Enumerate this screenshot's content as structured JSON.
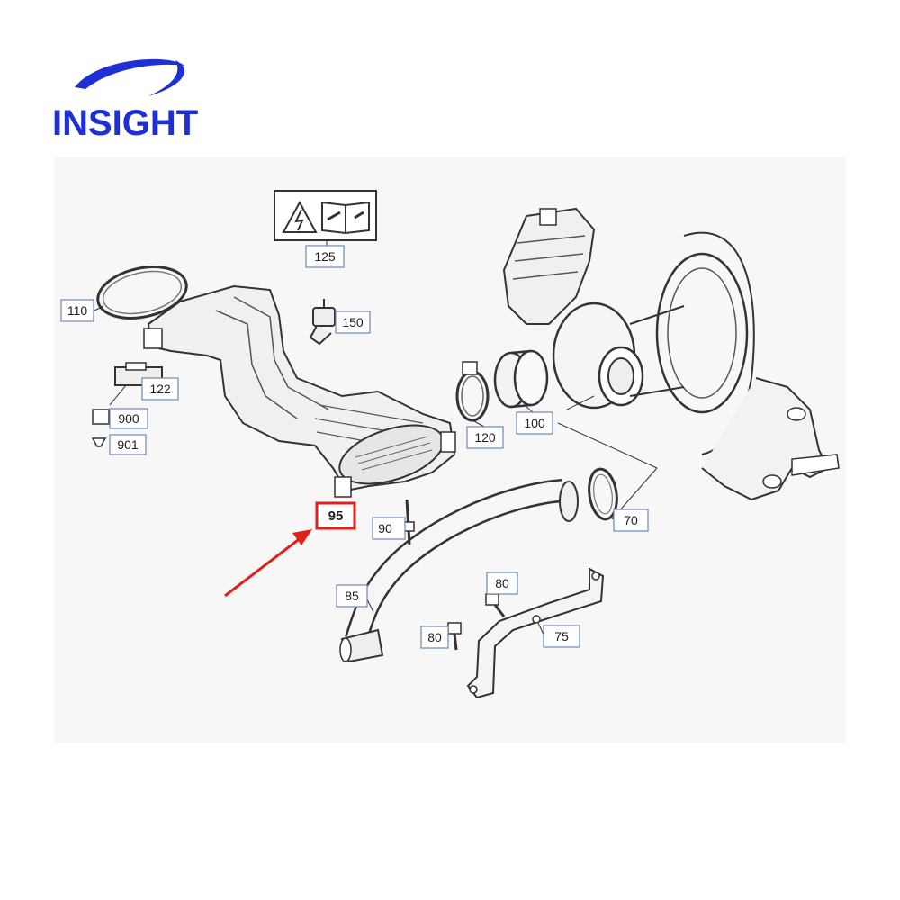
{
  "brand": {
    "name": "INSIGHT",
    "color": "#1f2fd6"
  },
  "callouts": {
    "p70": "70",
    "p75": "75",
    "p80a": "80",
    "p80b": "80",
    "p85": "85",
    "p90": "90",
    "p95": "95",
    "p100": "100",
    "p110": "110",
    "p120": "120",
    "p122": "122",
    "p125": "125",
    "p150": "150",
    "p900": "900",
    "p901": "901"
  },
  "highlight": {
    "part": "95",
    "color": "#e0201a"
  },
  "colors": {
    "label_border": "#6a8ab0",
    "line": "#333333"
  },
  "icons": [
    "warning-label-icon",
    "lightning-icon",
    "manual-book-icon",
    "wrench-icon",
    "arrow-pointer-icon"
  ]
}
